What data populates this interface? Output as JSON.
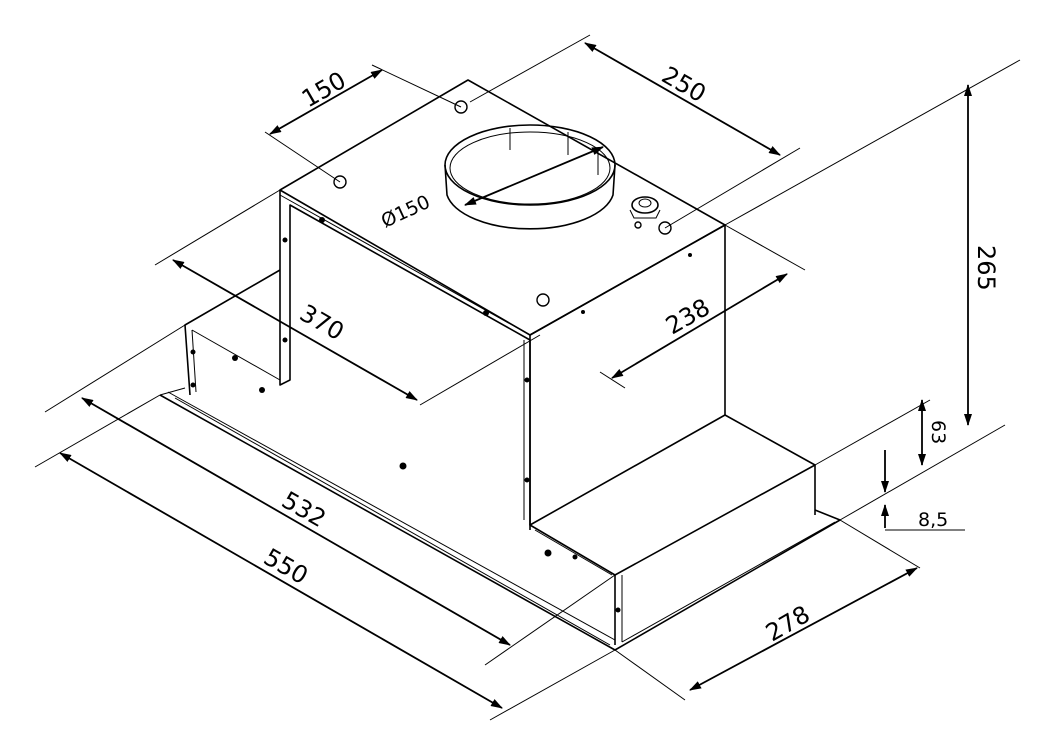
{
  "drawing": {
    "title": "Cooker hood built-in dimensions",
    "line_color": "#000000",
    "background": "#ffffff",
    "dimensions": {
      "d150": "150",
      "d250": "250",
      "d265": "265",
      "duct": "Ø150",
      "d370": "370",
      "d238": "238",
      "d63": "63",
      "d85": "8,5",
      "d532": "532",
      "d550": "550",
      "d278": "278"
    }
  }
}
